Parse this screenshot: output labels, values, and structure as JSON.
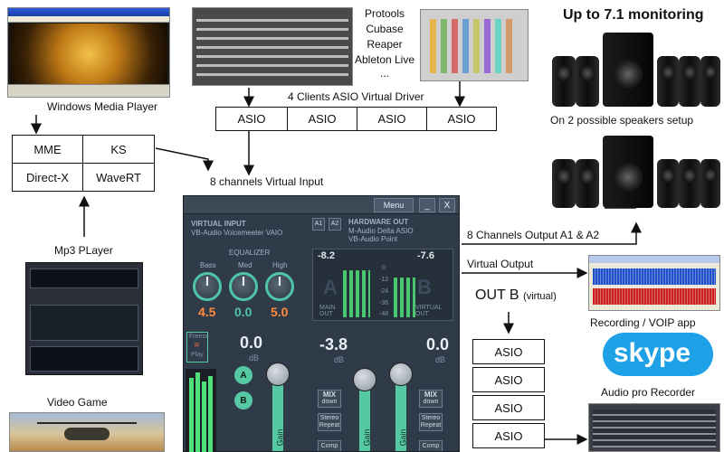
{
  "sources": {
    "wmp_title": "Windows Media Player",
    "mp3_title": "Mp3 PLayer",
    "videogame_title": "Video Game",
    "daw_list": [
      "Protools",
      "Cubase",
      "Reaper",
      "Ableton Live",
      "..."
    ]
  },
  "drivers": {
    "mme": "MME",
    "ks": "KS",
    "directx": "Direct-X",
    "wavert": "WaveRT"
  },
  "asio_clients": {
    "title": "4 Clients ASIO Virtual Driver",
    "boxes": [
      "ASIO",
      "ASIO",
      "ASIO",
      "ASIO"
    ]
  },
  "virtual_input_label": "8 channels Virtual Input",
  "monitoring": {
    "title": "Up to 7.1 monitoring",
    "speakers_caption": "On 2 possible speakers setup"
  },
  "outputs": {
    "ab_label": "8 Channels Output A1 & A2",
    "virtual_output_label": "Virtual Output",
    "outb_title": "OUT B",
    "outb_sub": "(virtual)",
    "asio_boxes": [
      "ASIO",
      "ASIO",
      "ASIO",
      "ASIO"
    ],
    "recording_label": "Recording / VOIP app",
    "skype_logo": "skype",
    "audio_pro_label": "Audio pro Recorder"
  },
  "voicemeeter": {
    "menu_label": "Menu",
    "minimize": "_",
    "close": "X",
    "virtual_input_title": "VIRTUAL INPUT",
    "virtual_input_sub": "VB-Audio Voicemeeter VAIO",
    "a1": "A1",
    "a2": "A2",
    "hardware_out_title": "HARDWARE OUT",
    "hardware_out_sub1": "M-Audio Delta ASIO",
    "hardware_out_sub2": "VB-Audio Point",
    "equalizer": "EQUALIZER",
    "bass": "Bass",
    "med": "Med",
    "high": "High",
    "bass_val": "4.5",
    "med_val": "0.0",
    "high_val": "5.0",
    "db": "dB",
    "meter_left_val": "-8.2",
    "meter_right_val": "-7.6",
    "meter_a": "A",
    "meter_b": "B",
    "main_out": "MAIN OUT",
    "virtual_out": "VIRTUAL OUT",
    "scale": [
      "0",
      "-12",
      "-24",
      "-36",
      "-48"
    ],
    "fader1_val": "0.0",
    "fader2_val": "-3.8",
    "fader3_val": "0.0",
    "btn_a": "A",
    "btn_b": "B",
    "mix": "MIX",
    "mix_sub": "down",
    "stereo": "Stereo",
    "repeat": "Repeat",
    "comp": "Comp",
    "gain": "Gain",
    "freeze_top": "Freeze",
    "freeze_mid": "R",
    "freeze_bottom": "Play"
  },
  "colors": {
    "accent": "#4fc5a8",
    "value_orange": "#ff8a3c",
    "panel": "#2f3b48"
  }
}
